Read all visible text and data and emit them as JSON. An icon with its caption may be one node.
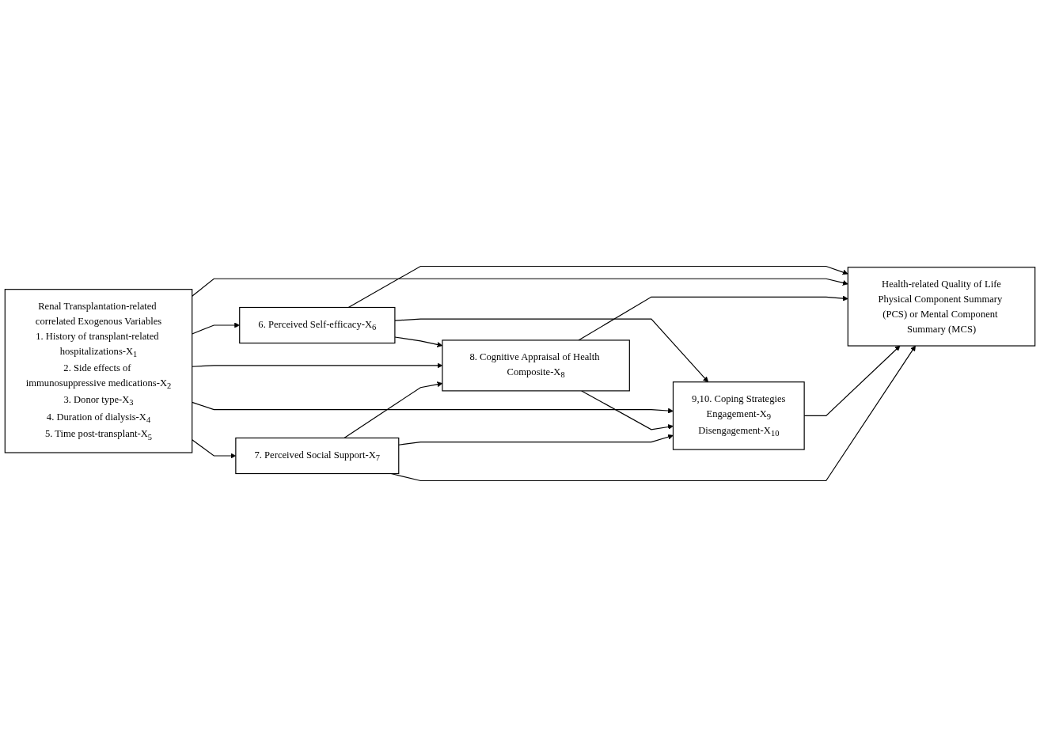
{
  "diagram": {
    "nodes": [
      {
        "text": [
          "6. Perceived Self-efficacy-X$_{6}$"
        ]
      },
      {
        "text": [
          "Renal Transplantation-related correlated Exogenous Variables",
          "1. History of transplant-related hospitalizations-X$_{1}$",
          "2. Side effects of immunosuppressive medications-X$_{2}$",
          "3. Donor type-X$_{3}$",
          "4. Duration of dialysis-X$_{4}$",
          "5. Time post-transplant-X$_{5}$"
        ]
      },
      {
        "text": [
          "8. Cognitive Appraisal of Health Composite-X$_{8}$"
        ]
      },
      {
        "text": [
          "9,10. Coping Strategies",
          "Engagement-X$_{9}$",
          "Disengagement-X$_{10}$"
        ]
      },
      {
        "text": [
          "Health-related Quality of Life",
          "Physical Component Summary (PCS) or Mental Component Summary (MCS)"
        ]
      },
      {
        "text": [
          "7. Perceived Social Support-X$_{7}$"
        ]
      }
    ],
    "edges": [
      {
        "from": 1,
        "to": 0,
        "arrow": "to"
      },
      {
        "from": 0,
        "to": 2,
        "arrow": "to"
      },
      {
        "from": 0,
        "to": 3,
        "arrow": "to"
      },
      {
        "from": 0,
        "to": 4,
        "arrow": "to"
      },
      {
        "from": 1,
        "to": 4,
        "arrow": "to"
      },
      {
        "from": 1,
        "to": 2,
        "arrow": "to"
      },
      {
        "from": 1,
        "to": 3,
        "arrow": "to"
      },
      {
        "from": 2,
        "to": 4,
        "arrow": "to"
      },
      {
        "from": 2,
        "to": 3,
        "arrow": "to"
      },
      {
        "from": 3,
        "to": 4,
        "arrow": "to"
      },
      {
        "from": 1,
        "to": 5,
        "arrow": "to"
      },
      {
        "from": 5,
        "to": 2,
        "arrow": "to"
      },
      {
        "from": 5,
        "to": 3,
        "arrow": "to"
      },
      {
        "from": 5,
        "to": 4,
        "arrow": "to"
      }
    ]
  }
}
